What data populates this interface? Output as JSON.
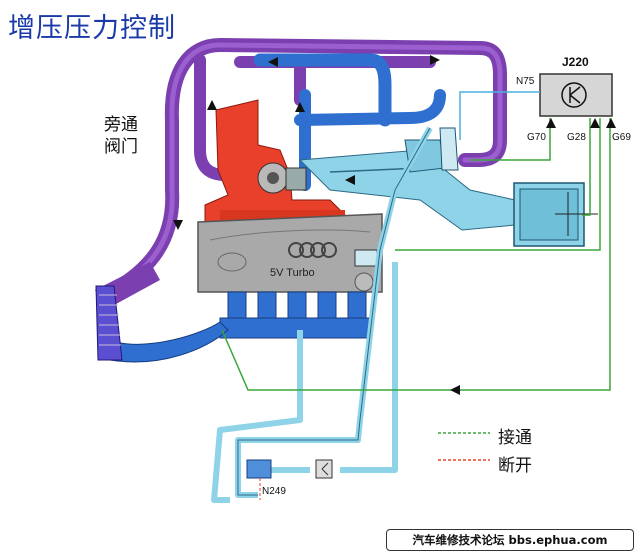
{
  "title": "增压压力控制",
  "bypass_valve_label": "旁通\n阀门",
  "ecu_label": "J220",
  "pins": {
    "n75": "N75",
    "g70": "G70",
    "g28": "G28",
    "g69": "G69"
  },
  "engine_label": "5V  Turbo",
  "valve_label": "N249",
  "legend": {
    "connected": "接通",
    "disconnected": "断开"
  },
  "footer": "汽车维修技术论坛 bbs.ephua.com",
  "colors": {
    "purple": "#7b3fb0",
    "red": "#e8402a",
    "blue": "#2f6fd0",
    "light_blue": "#8fd3e8",
    "green": "#3aa63a",
    "engine": "#a9a9a9"
  }
}
